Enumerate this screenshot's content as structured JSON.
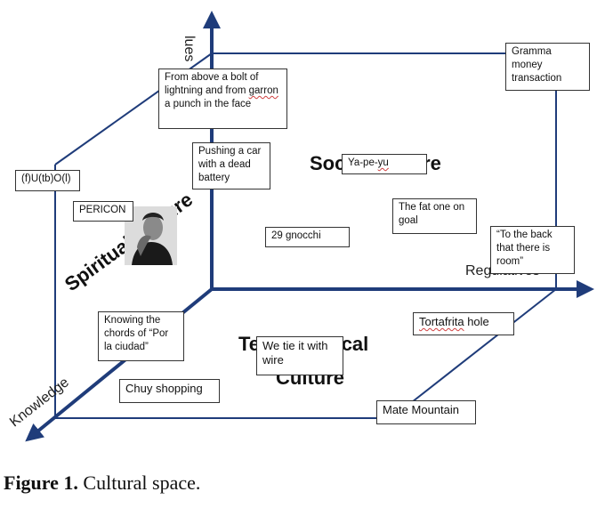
{
  "axes": {
    "values": "lues",
    "regulatives": "Regulatives",
    "knowledge": "Knowledge"
  },
  "cultures": {
    "spiritual": "Spiritual Culture",
    "social": "Social Culture",
    "technological_line1": "Technological",
    "technological_line2": "Culture"
  },
  "boxes": {
    "gramma": "Gramma money transaction",
    "bolt_1": "From above a bolt of lightning and from",
    "bolt_squig": "garron",
    "bolt_2": " a punch in the face",
    "pushing": "Pushing a car with a dead battery",
    "yapeyu_1": "Ya-pe-",
    "yapeyu_squig": "yu",
    "futbol": "(f)U(tb)O(l)",
    "pericon": "PERICON",
    "fat_one": "The fat one on goal",
    "gnocchi": "29 gnocchi",
    "back": "“To the back that there is room”",
    "chords": "Knowing the chords of “Por la ciudad”",
    "tortafrita_squig": "Tortafrita",
    "tortafrita_rest": " hole",
    "wire": "We tie it with wire",
    "chuy": "Chuy shopping",
    "mate": "Mate Mountain"
  },
  "caption": {
    "label": "Figure 1.",
    "text": " Cultural space."
  },
  "colors": {
    "axis": "#1f3c7a",
    "outline": "#1f3c7a"
  }
}
